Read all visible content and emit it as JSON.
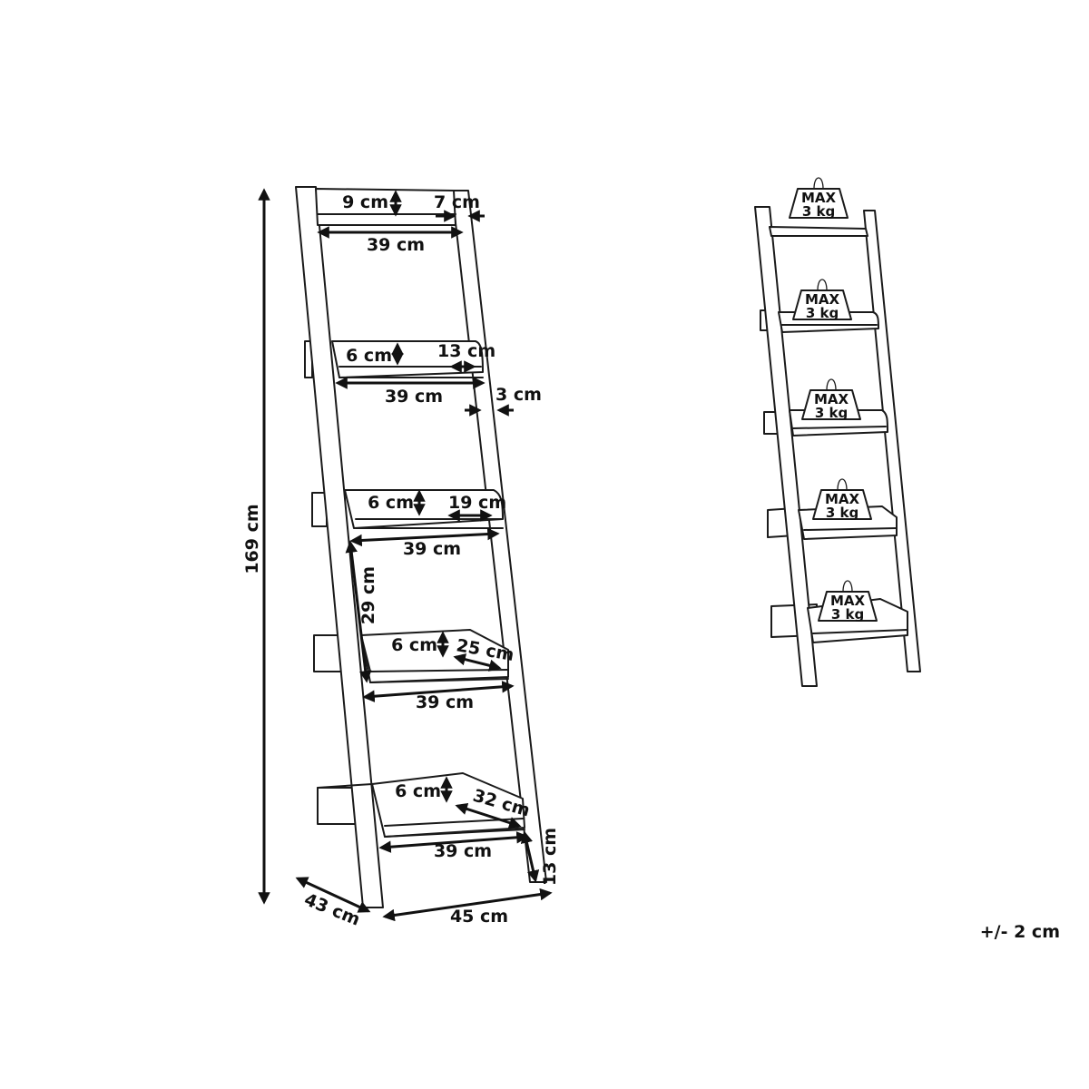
{
  "dimensions": {
    "height": "169 cm",
    "depth": "43 cm",
    "width": "45 cm",
    "foot_height": "13 cm",
    "spacing": "29 cm",
    "top_rail_height": "9 cm",
    "top_rail_depth": "7 cm",
    "leg_thickness": "3 cm",
    "shelves": [
      {
        "width": "39 cm",
        "height": "6 cm",
        "depth": "13 cm"
      },
      {
        "width": "39 cm",
        "height": "6 cm",
        "depth": "19 cm"
      },
      {
        "width": "39 cm",
        "height": "6 cm",
        "depth": "25 cm"
      },
      {
        "width": "39 cm",
        "height": "6 cm",
        "depth": "32 cm"
      }
    ],
    "top_width": "39 cm"
  },
  "load": {
    "line1": "MAX",
    "line2": "3 kg"
  },
  "tolerance": "+/- 2 cm"
}
